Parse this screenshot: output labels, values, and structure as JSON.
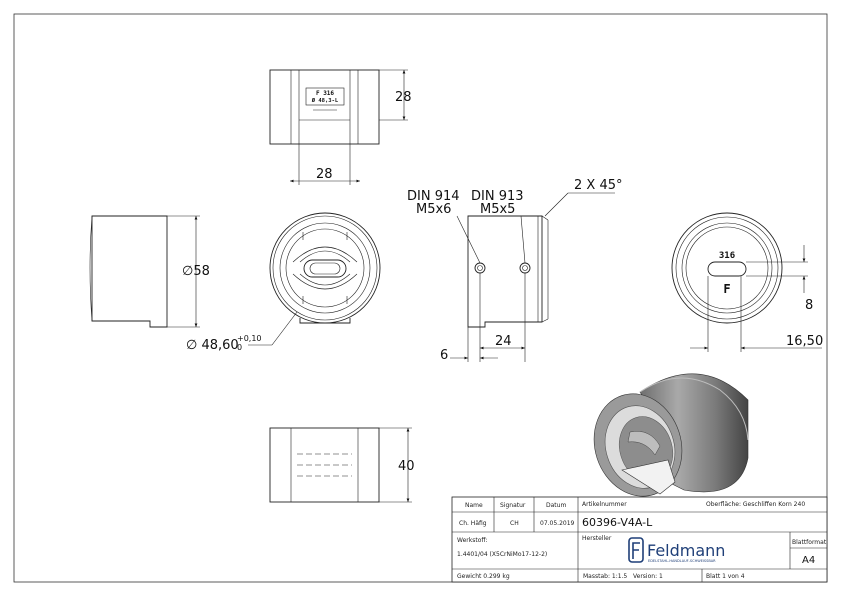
{
  "dimensions": {
    "top_height": "28",
    "top_width": "28",
    "diameter": "∅58",
    "bore_main": "∅ 48,60",
    "bore_tol_upper": "+0,10",
    "bore_tol_lower": "0",
    "din914_line1": "DIN 914",
    "din914_line2": "M5x6",
    "din913_line1": "DIN 913",
    "din913_line2": "M5x5",
    "chamfer": "2 X 45°",
    "offset_6": "6",
    "offset_24": "24",
    "right_8": "8",
    "right_16_50": "16,50",
    "bottom_height": "40"
  },
  "markings": {
    "top_view_line1": "F 316",
    "top_view_line2": "Ø 48,3-L",
    "right_view_number": "316",
    "right_view_letter": "F"
  },
  "title_block": {
    "name_label": "Name",
    "signatur_label": "Signatur",
    "datum_label": "Datum",
    "artikelnummer_label": "Artikelnummer",
    "oberflaeche": "Oberfläche:  Geschliffen Korn 240",
    "name_value": "Ch. Häfig",
    "signatur_value": "CH",
    "datum_value": "07.05.2019",
    "artikelnummer_value": "60396-V4A-L",
    "werkstoff_label": "Werkstoff:",
    "hersteller_label": "Hersteller",
    "blattformat_label": "Blattformat",
    "werkstoff_value": "1.4401/04 (X5CrNiMo17-12-2)",
    "blattformat_value": "A4",
    "gewicht": "Gewicht 0.299 kg",
    "massstab": "Masstab: 1:1.5",
    "version": "Version: 1",
    "blatt": "Blatt 1 von 4"
  },
  "logo": {
    "text": "Feldmann",
    "tagline": "EDELSTAHL-HANDLAUF-SCHWEISSBAR",
    "color": "#1f3f78"
  }
}
